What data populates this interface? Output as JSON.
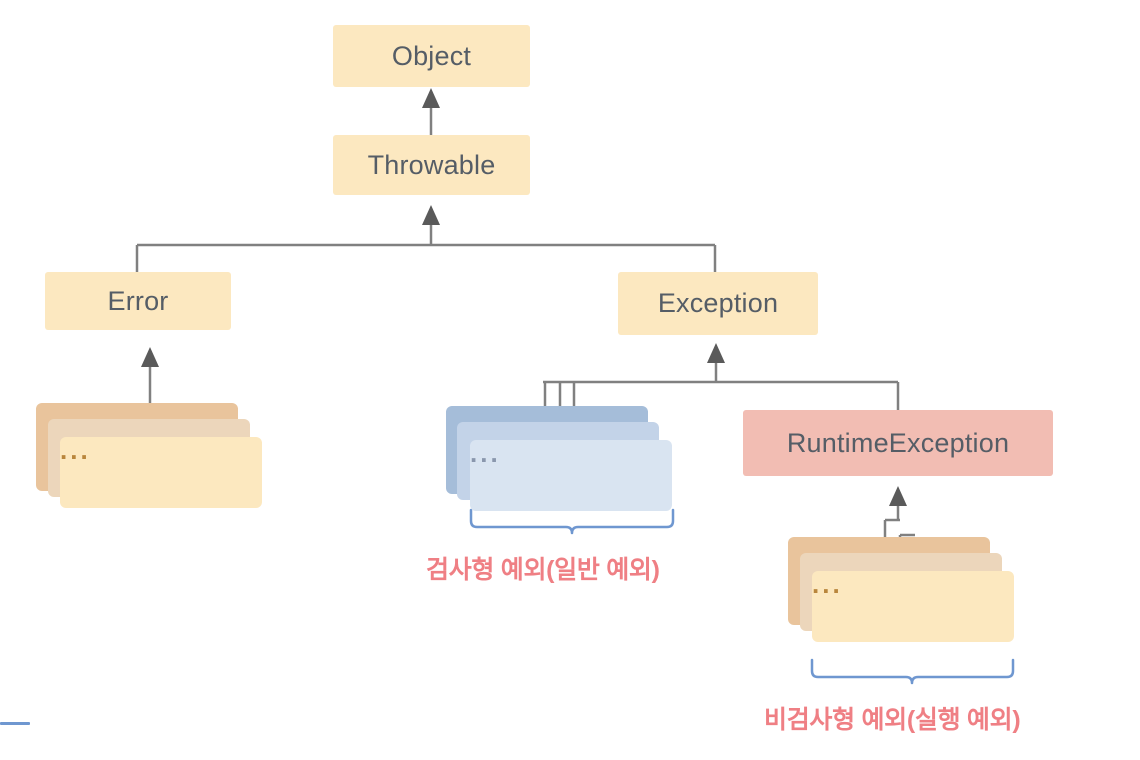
{
  "diagram": {
    "title": "Java Throwable hierarchy",
    "type": "class-hierarchy",
    "colors": {
      "node_yellow": "#fce8c0",
      "node_pink": "#f2bdb3",
      "text": "#555d66",
      "connector": "#808080",
      "arrow": "#5a5a5a",
      "brace": "#6f97d0",
      "label_pink": "#ef7f84",
      "stack_orange_back": "#e9c49c",
      "stack_orange_mid": "#ecd6bb",
      "stack_orange_front": "#fce8bf",
      "stack_blue_back": "#a5bdd9",
      "stack_blue_mid": "#c3d3e8",
      "stack_blue_front": "#d9e4f1"
    },
    "nodes": {
      "object": "Object",
      "throwable": "Throwable",
      "error": "Error",
      "exception": "Exception",
      "runtime_exception": "RuntimeException"
    },
    "stacks": {
      "error_subclasses": "...",
      "checked_exceptions": "...",
      "runtime_subclasses": "..."
    },
    "labels": {
      "checked": "검사형 예외(일반 예외)",
      "unchecked": "비검사형 예외(실행 예외)"
    }
  }
}
